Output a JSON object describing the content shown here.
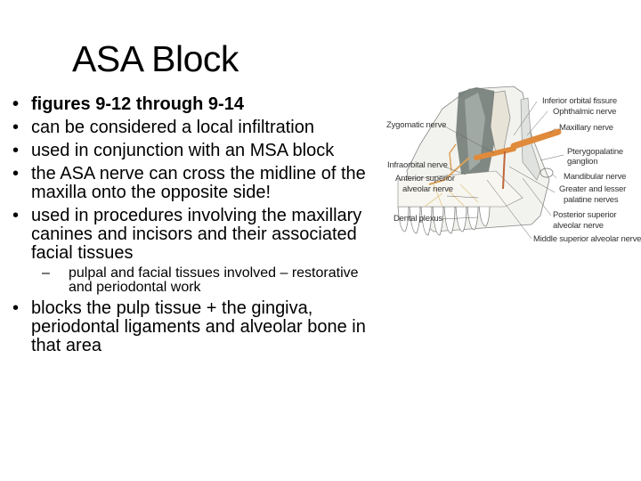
{
  "slide": {
    "title": "ASA Block",
    "bullets": [
      {
        "text": "figures 9-12 through 9-14",
        "bold": true
      },
      {
        "text": "can be considered a local infiltration"
      },
      {
        "text": "used in conjunction with an MSA block"
      },
      {
        "text": "the ASA nerve can cross the midline of the maxilla onto the opposite side!"
      },
      {
        "text": "used in procedures involving the maxillary canines and incisors and their associated facial tissues",
        "sub": [
          {
            "text": "pulpal and facial tissues involved – restorative and periodontal work"
          }
        ]
      },
      {
        "text": "blocks the pulp tissue + the gingiva, periodontal ligaments and alveolar bone in that area"
      }
    ]
  },
  "figure": {
    "description": "maxilla-nerve-anatomy-illustration",
    "labels": {
      "inferior_orbital_fissure": "Inferior orbital fissure",
      "ophthalmic_nerve": "Ophthalmic nerve",
      "maxillary_nerve": "Maxillary nerve",
      "zygomatic_nerve": "Zygomatic nerve",
      "pterygopalatine_ganglion_1": "Pterygopalatine",
      "pterygopalatine_ganglion_2": "ganglion",
      "infraorbital_nerve": "Infraorbital nerve",
      "mandibular_nerve": "Mandibular nerve",
      "anterior_superior_1": "Anterior superior",
      "anterior_superior_2": "alveolar nerve",
      "greater_lesser_1": "Greater and lesser",
      "greater_lesser_2": "palatine nerves",
      "dental_plexus": "Dental plexus",
      "posterior_superior_1": "Posterior superior",
      "posterior_superior_2": "alveolar nerve",
      "middle_superior": "Middle superior alveolar nerve"
    },
    "colors": {
      "nerve": "#e08a3c",
      "bone": "#f2f2ee",
      "shadow": "#5a6560",
      "line": "#555555"
    }
  }
}
